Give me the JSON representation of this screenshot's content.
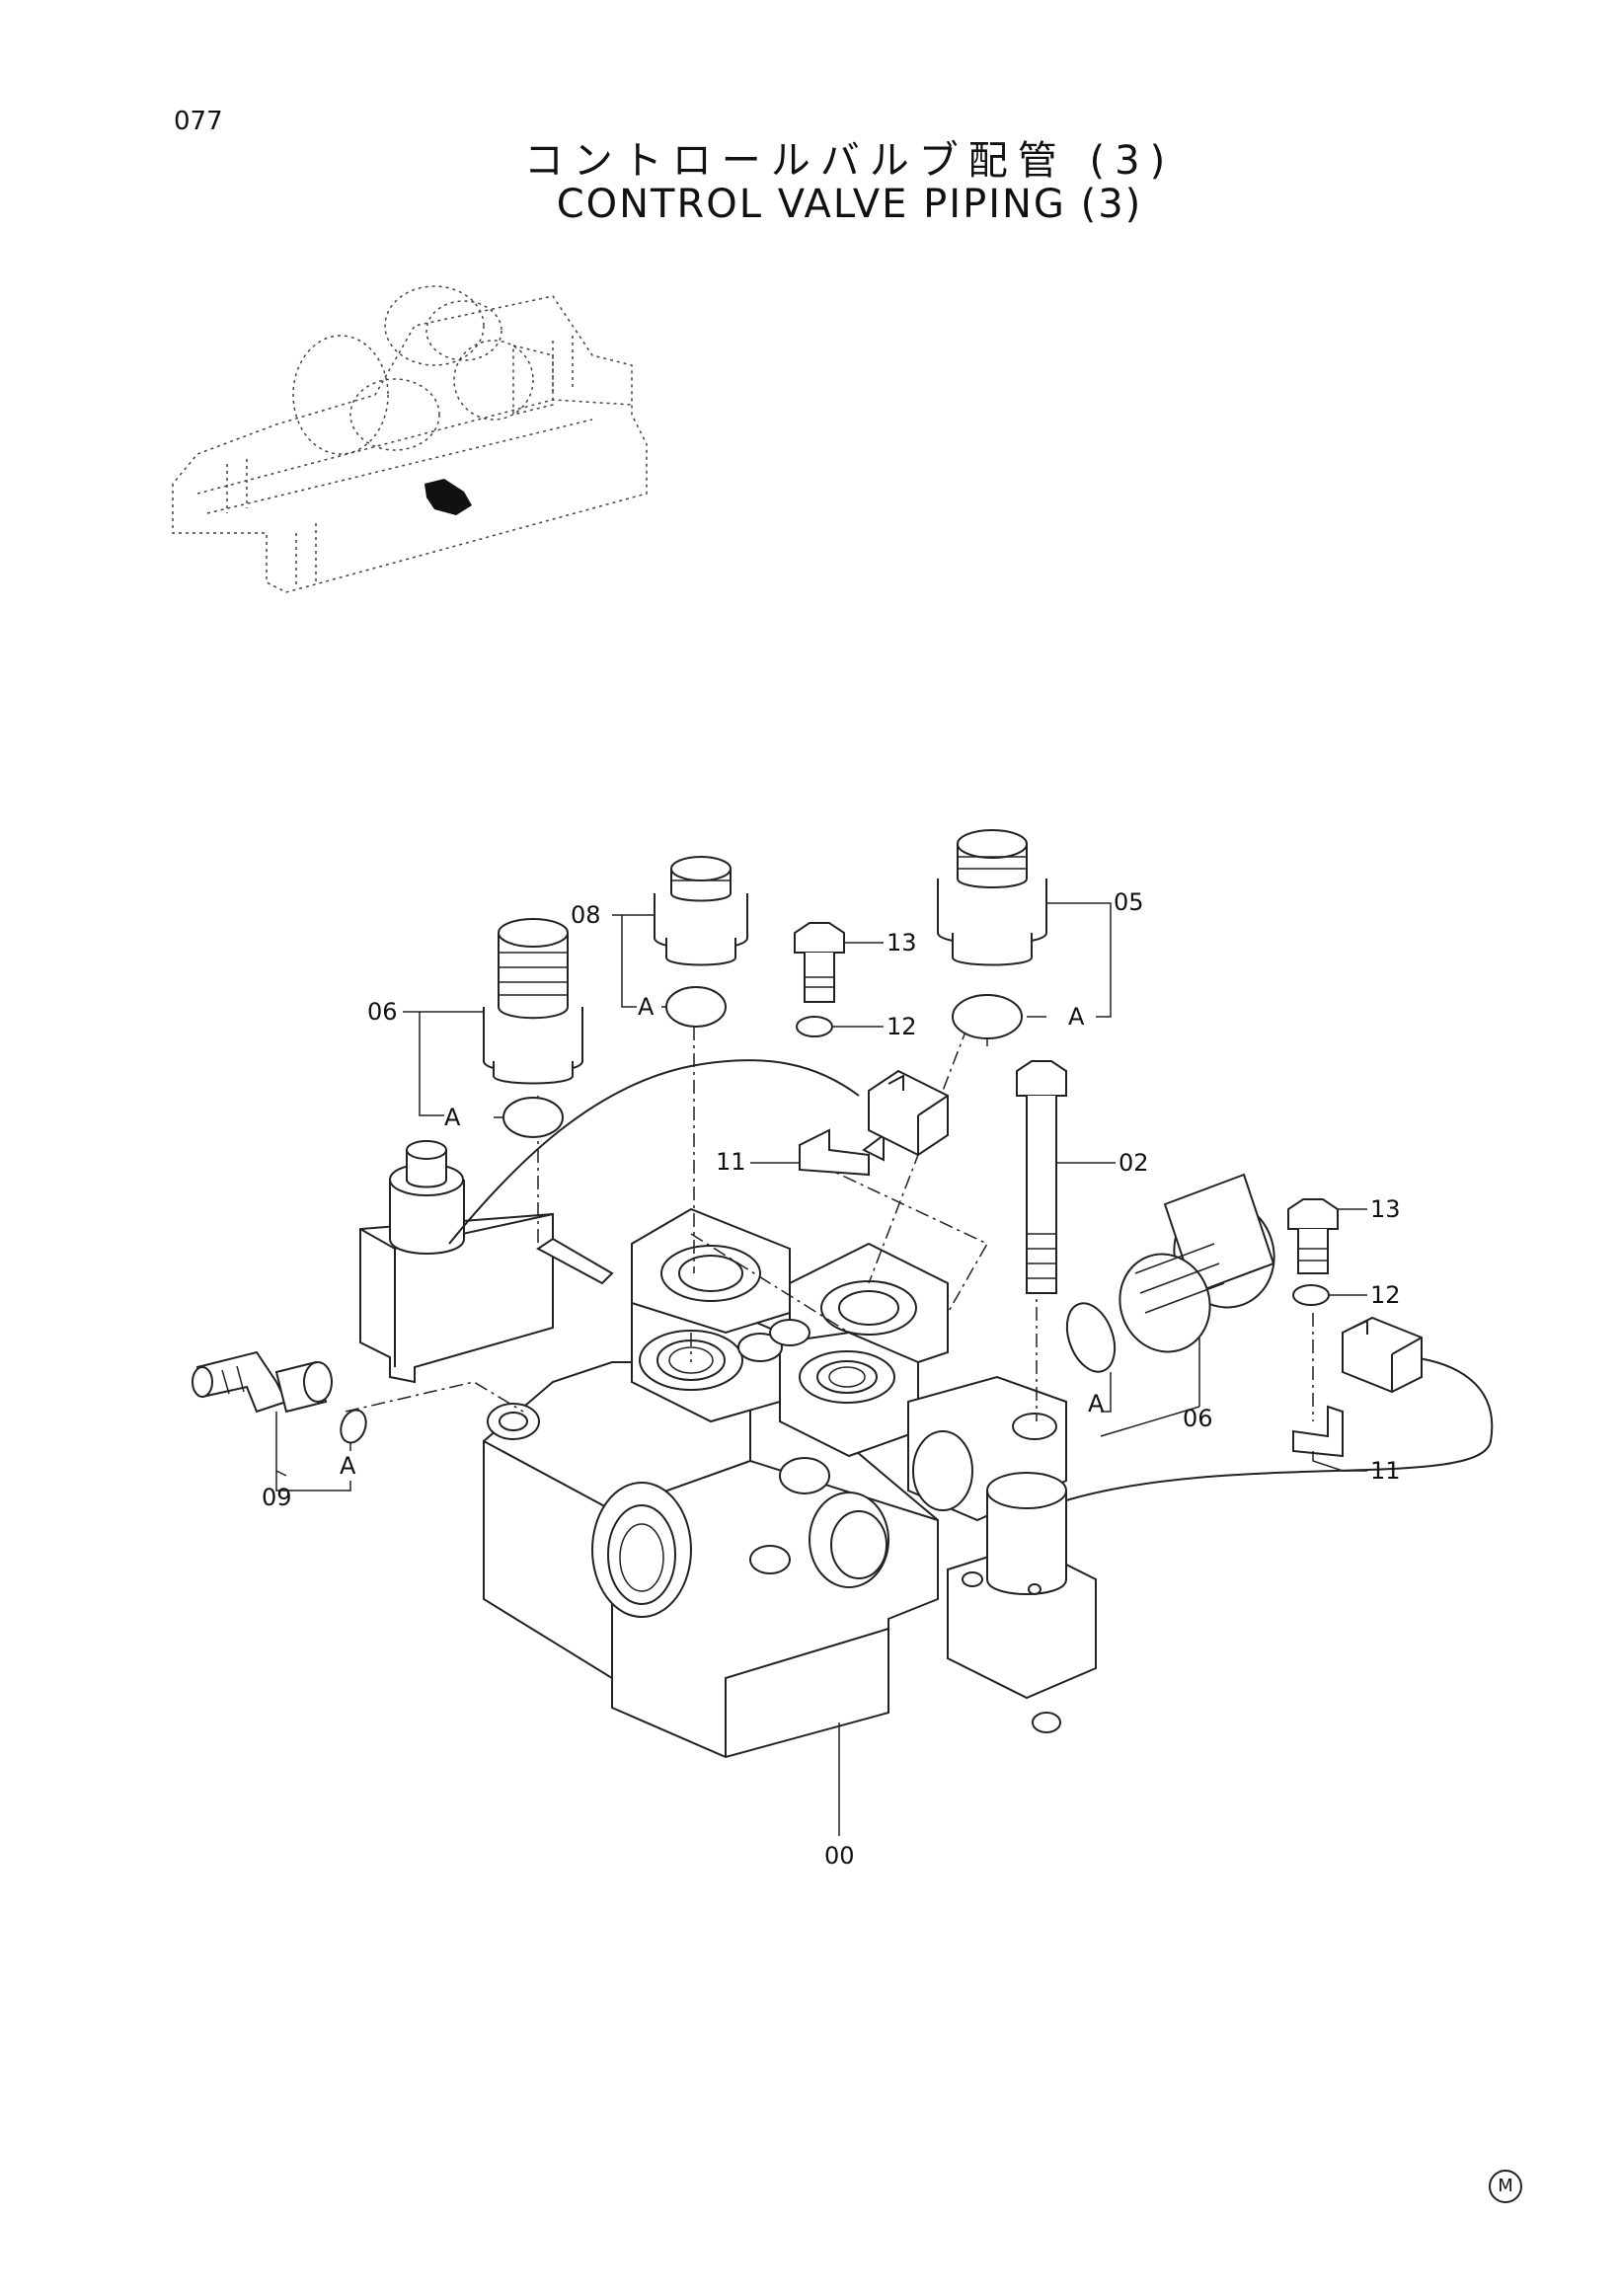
{
  "page_number": "077",
  "title_ja": "コントロールバルブ配管 (3)",
  "title_en": "CONTROL VALVE PIPING (3)",
  "labels": {
    "p00": "00",
    "p02": "02",
    "p05": "05",
    "p06_top": "06",
    "p06_right": "06",
    "p08": "08",
    "p09": "09",
    "p11_top": "11",
    "p11_right": "11",
    "p12_top": "12",
    "p12_right": "12",
    "p13_top": "13",
    "p13_right": "13",
    "a1": "A",
    "a2": "A",
    "a3": "A",
    "a4": "A",
    "a5": "A"
  },
  "corner_mark": "M"
}
